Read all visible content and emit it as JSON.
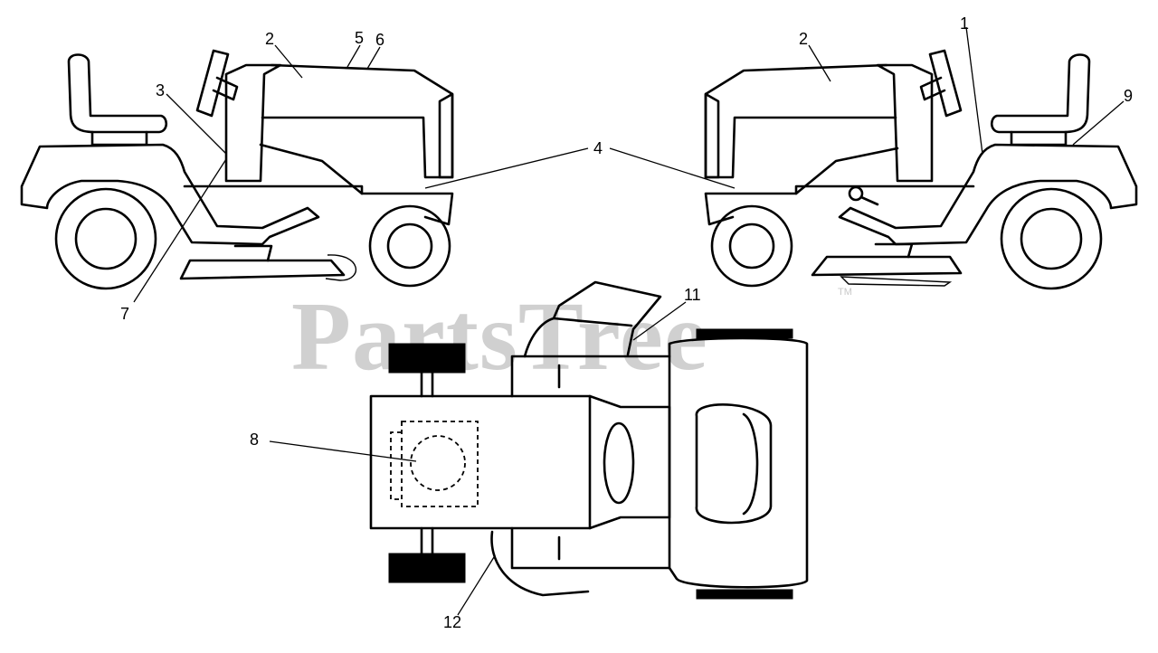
{
  "watermark": {
    "text": "PartsTree",
    "trademark": "TM"
  },
  "callouts": {
    "c1": "1",
    "c2_left": "2",
    "c2_right": "2",
    "c3": "3",
    "c4": "4",
    "c5": "5",
    "c6": "6",
    "c7": "7",
    "c8": "8",
    "c9": "9",
    "c11": "11",
    "c12": "12"
  }
}
